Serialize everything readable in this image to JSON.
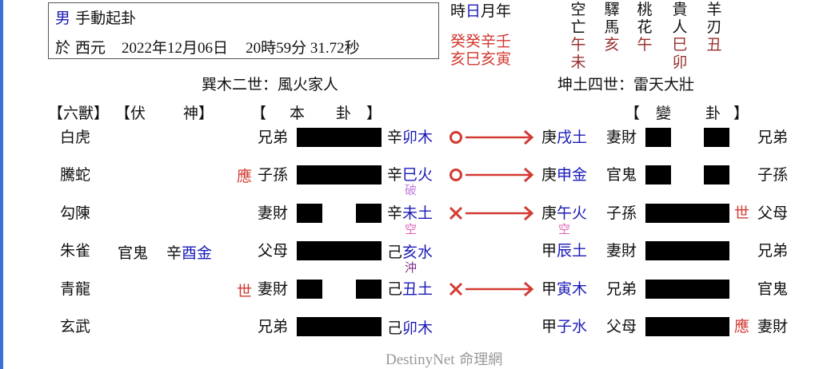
{
  "info": {
    "gender": "男",
    "method": "手動起卦",
    "prefix": "於 西元",
    "date": "2022年12月06日",
    "time": "20時59分 31.72秒"
  },
  "pillars": {
    "header": [
      "時",
      "日",
      "月",
      "年"
    ],
    "highlight_index": 1,
    "stems": "癸癸辛壬",
    "branches": "亥巳亥寅"
  },
  "shensha": [
    {
      "name_top": "空",
      "name_bottom": "亡",
      "values": [
        "午",
        "未"
      ]
    },
    {
      "name_top": "驛",
      "name_bottom": "馬",
      "values": [
        "亥"
      ]
    },
    {
      "name_top": "桃",
      "name_bottom": "花",
      "values": [
        "午"
      ]
    },
    {
      "name_top": "貴",
      "name_bottom": "人",
      "values": [
        "巳",
        "卯"
      ]
    },
    {
      "name_top": "羊",
      "name_bottom": "刃",
      "values": [
        "丑"
      ]
    }
  ],
  "original_gua_title": "巽木二世：風火家人",
  "changed_gua_title": "坤土四世：雷天大壯",
  "headers": {
    "liushou": "【六獸】",
    "fushen_open": "【伏",
    "fushen_close": "神】",
    "ben_open": "【",
    "ben_1": "本",
    "ben_2": "卦",
    "ben_close": "】",
    "bian_open": "【",
    "bian_1": "變",
    "bian_2": "卦",
    "bian_close": "】"
  },
  "lines": [
    {
      "beast": "白虎",
      "fushen_rel": "",
      "fushen_stem": "",
      "fushen_branch": "",
      "shiying": "",
      "relation": "兄弟",
      "yang": true,
      "stem": "辛",
      "branch": "卯木",
      "mark": "",
      "move": "o",
      "c_stem": "庚",
      "c_branch": "戌土",
      "c_mark": "",
      "c_relation": "妻財",
      "c_yang": false,
      "c_shiying": "",
      "c_orig_relation": "兄弟"
    },
    {
      "beast": "騰蛇",
      "fushen_rel": "",
      "fushen_stem": "",
      "fushen_branch": "",
      "shiying": "應",
      "relation": "子孫",
      "yang": true,
      "stem": "辛",
      "branch": "巳火",
      "mark": "破",
      "move": "o",
      "c_stem": "庚",
      "c_branch": "申金",
      "c_mark": "",
      "c_relation": "官鬼",
      "c_yang": false,
      "c_shiying": "",
      "c_orig_relation": "子孫"
    },
    {
      "beast": "勾陳",
      "fushen_rel": "",
      "fushen_stem": "",
      "fushen_branch": "",
      "shiying": "",
      "relation": "妻財",
      "yang": false,
      "stem": "辛",
      "branch": "未土",
      "mark": "空",
      "move": "x",
      "c_stem": "庚",
      "c_branch": "午火",
      "c_mark": "空",
      "c_relation": "子孫",
      "c_yang": true,
      "c_shiying": "世",
      "c_orig_relation": "父母"
    },
    {
      "beast": "朱雀",
      "fushen_rel": "官鬼",
      "fushen_stem": "辛",
      "fushen_branch": "酉金",
      "shiying": "",
      "relation": "父母",
      "yang": true,
      "stem": "己",
      "branch": "亥水",
      "mark": "沖",
      "move": "",
      "c_stem": "甲",
      "c_branch": "辰土",
      "c_mark": "",
      "c_relation": "妻財",
      "c_yang": true,
      "c_shiying": "",
      "c_orig_relation": "兄弟"
    },
    {
      "beast": "青龍",
      "fushen_rel": "",
      "fushen_stem": "",
      "fushen_branch": "",
      "shiying": "世",
      "relation": "妻財",
      "yang": false,
      "stem": "己",
      "branch": "丑土",
      "mark": "",
      "move": "x",
      "c_stem": "甲",
      "c_branch": "寅木",
      "c_mark": "",
      "c_relation": "兄弟",
      "c_yang": true,
      "c_shiying": "",
      "c_orig_relation": "官鬼"
    },
    {
      "beast": "玄武",
      "fushen_rel": "",
      "fushen_stem": "",
      "fushen_branch": "",
      "shiying": "",
      "relation": "兄弟",
      "yang": true,
      "stem": "己",
      "branch": "卯木",
      "mark": "",
      "move": "",
      "c_stem": "甲",
      "c_branch": "子水",
      "c_mark": "",
      "c_relation": "父母",
      "c_yang": true,
      "c_shiying": "應",
      "c_orig_relation": "妻財"
    }
  ],
  "footer": {
    "latin": "DestinyNet",
    "cjk": "命理網"
  },
  "colors": {
    "accent_blue": "#1a1ab8",
    "red": "#d23a32",
    "dark_red": "#9a2f2f",
    "border_blue": "#3c6fd6"
  }
}
